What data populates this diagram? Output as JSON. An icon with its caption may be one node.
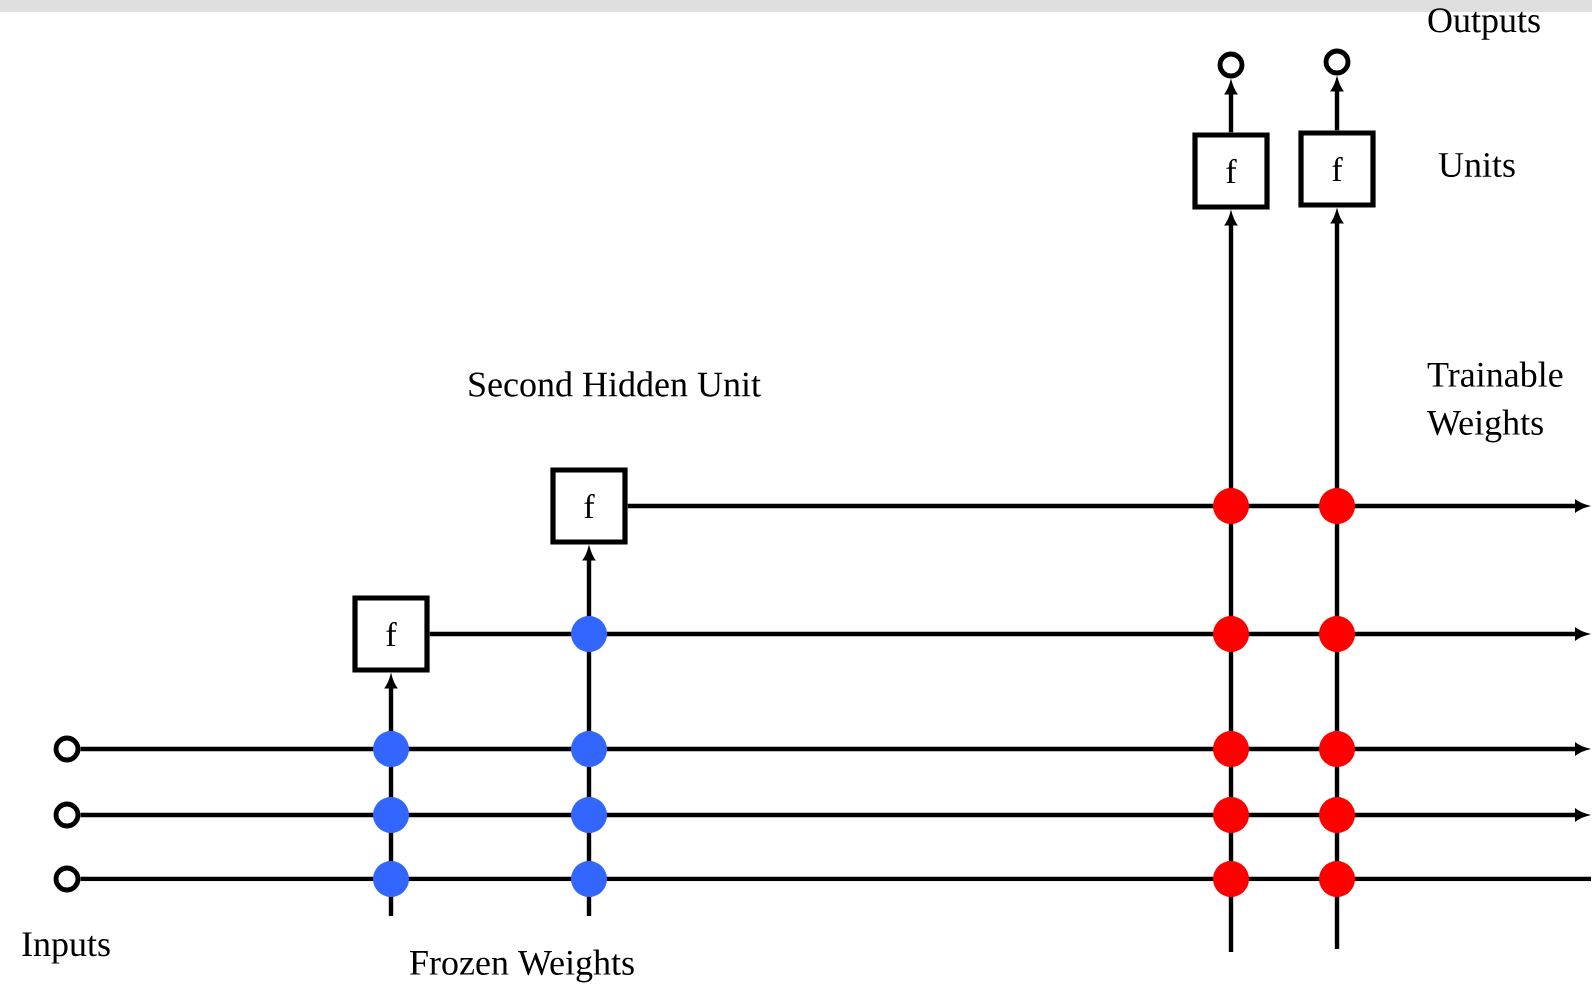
{
  "diagram": {
    "nodes": [
      {
        "text": [],
        "shape": "circle"
      },
      {
        "text": [],
        "shape": "circle"
      },
      {
        "text": [],
        "shape": "circle"
      },
      {
        "text": [
          "f"
        ]
      },
      {
        "text": [
          "f"
        ]
      },
      {
        "text": [
          "f"
        ]
      },
      {
        "text": [
          "f"
        ]
      },
      {
        "text": [],
        "shape": "circle"
      },
      {
        "text": [],
        "shape": "circle"
      }
    ],
    "edges": [
      {
        "from": 0,
        "to": null,
        "arrow": "to"
      },
      {
        "from": 1,
        "to": null,
        "arrow": "to"
      },
      {
        "from": 2,
        "to": null,
        "arrow": "none"
      },
      {
        "from": null,
        "to": 3,
        "arrow": "to"
      },
      {
        "from": 3,
        "to": null,
        "arrow": "to"
      },
      {
        "from": null,
        "to": 4,
        "arrow": "to"
      },
      {
        "from": 4,
        "to": null,
        "arrow": "to"
      },
      {
        "from": null,
        "to": 5,
        "arrow": "to"
      },
      {
        "from": null,
        "to": 6,
        "arrow": "to"
      },
      {
        "from": 5,
        "to": 7,
        "arrow": "to"
      },
      {
        "from": 6,
        "to": 8,
        "arrow": "to"
      }
    ],
    "labels": [
      "Outputs",
      "Units",
      "Second Hidden Unit",
      "Trainable Weights",
      "Inputs",
      "Frozen Weights"
    ]
  }
}
